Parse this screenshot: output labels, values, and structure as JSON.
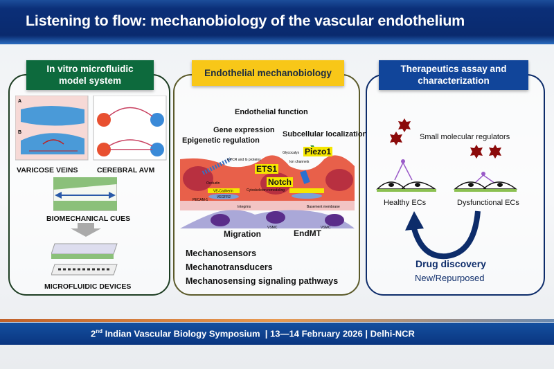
{
  "header": {
    "title": "Listening to flow: mechanobiology of the vascular endothelium"
  },
  "panels": {
    "left": {
      "title_line1": "In vitro microfluidic",
      "title_line2": "model system",
      "labels": {
        "varicose": "VARICOSE VEINS",
        "avm": "CEREBRAL AVM",
        "cues": "BIOMECHANICAL CUES",
        "devices": "MICROFLUIDIC DEVICES"
      },
      "figure_letters": [
        "A",
        "B"
      ]
    },
    "middle": {
      "title": "Endothelial mechanobiology",
      "diagram": {
        "function": "Endothelial function",
        "gene": "Gene expression",
        "epigenetic": "Epigenetic regulation",
        "subcellular": "Subcellular localization",
        "piezo": "Piezo1",
        "ets": "ETS1",
        "notch": "Notch",
        "migration": "Migration",
        "endmt": "EndMT",
        "small": [
          "GPCR and G proteins",
          "Occludin",
          "VE-Cadherin",
          "VEGFR2",
          "PECAM-1",
          "Cytoskeleton remodeling",
          "Integrins",
          "Basement membrane",
          "Ion channels",
          "Glycocalyx",
          "VSMC",
          "VSMC"
        ]
      },
      "list": [
        "Mechanosensors",
        "Mechanotransducers",
        "Mechanosensing signaling pathways"
      ]
    },
    "right": {
      "title_line1": "Therapeutics assay and",
      "title_line2": "characterization",
      "regulators": "Small molecular regulators",
      "healthy": "Healthy ECs",
      "dysfunctional": "Dysfunctional ECs",
      "drug": "Drug discovery",
      "drug_sub": "New/Repurposed"
    }
  },
  "footer": {
    "ordinal_num": "2",
    "ordinal_suffix": "nd",
    "rest": " Indian Vascular Biology Symposium  | 13—14 February 2026 | Delhi-NCR"
  },
  "colors": {
    "header_blue": "#0a2a6e",
    "green": "#0d6a3d",
    "yellow": "#f8c718",
    "blue": "#11459a",
    "star_red": "#8b0a0a",
    "cell_red": "#e8604a"
  }
}
